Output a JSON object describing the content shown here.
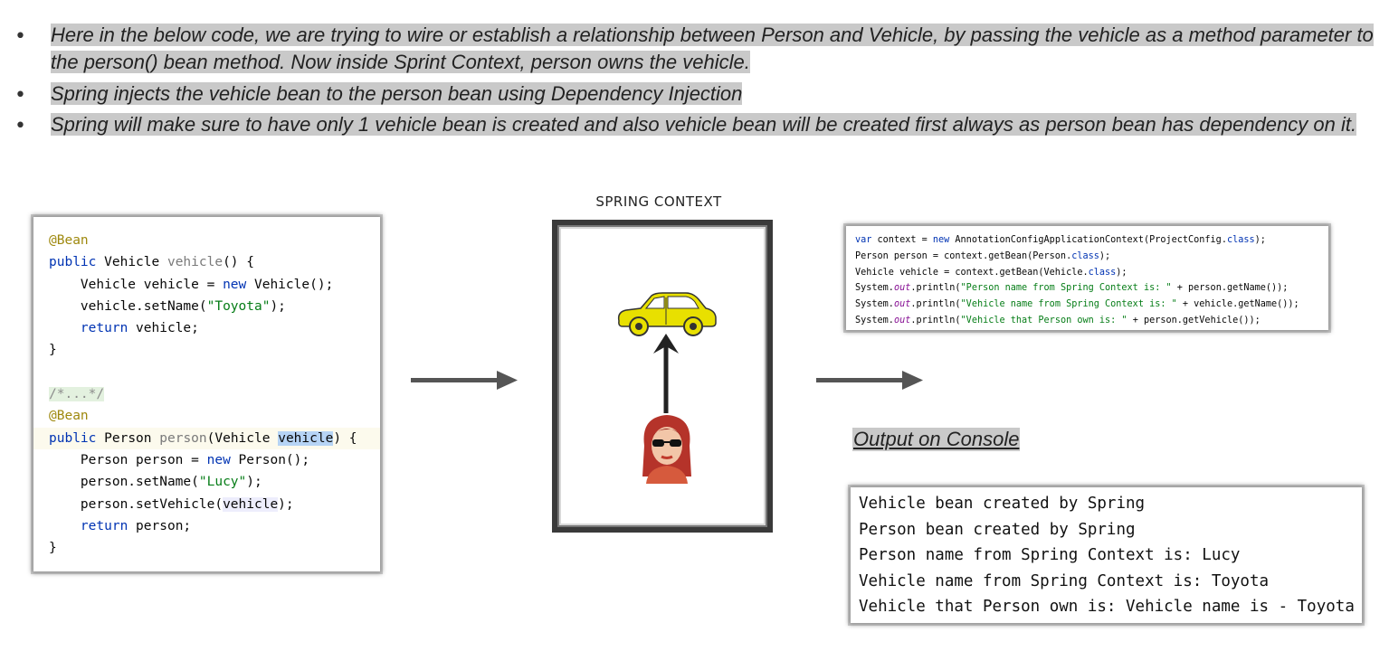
{
  "bullets": [
    {
      "text": "Here in the below code, we are trying to wire or establish a relationship between Person and Vehicle, by passing the vehicle as a method parameter to the person() bean method. Now inside Sprint Context, person owns the vehicle."
    },
    {
      "text": "Spring injects the vehicle bean to the person bean using Dependency Injection"
    },
    {
      "text": "Spring will make sure to have only 1 vehicle bean is created and also vehicle bean will be created first always as person bean has dependency on it."
    }
  ],
  "bullet_symbol": "•",
  "left_code": {
    "annotation": "@Bean",
    "public": "public",
    "type_vehicle": "Vehicle",
    "method_vehicle": "vehicle",
    "sig_end": "() {",
    "line_new_vehicle_a": "    Vehicle vehicle = ",
    "new": "new",
    "line_new_vehicle_b": " Vehicle();",
    "set_name_a": "    vehicle.setName(",
    "toyota": "\"Toyota\"",
    "set_name_b": ");",
    "return": "return",
    "return_vehicle": " vehicle;",
    "close": "}",
    "folded_comment": "/*...*/",
    "type_person": "Person",
    "method_person": "person",
    "param_open": "(Vehicle ",
    "param_name": "vehicle",
    "param_close": ") {",
    "line_new_person_a": "    Person person = ",
    "line_new_person_b": " Person();",
    "set_pname_a": "    person.setName(",
    "lucy": "\"Lucy\"",
    "set_vehicle_a": "    person.setVehicle(",
    "set_vehicle_arg": "vehicle",
    "return_person": " person;"
  },
  "context": {
    "title": "SPRING CONTEXT",
    "car_icon": "car-icon",
    "person_icon": "woman-with-sunglasses-icon",
    "car_color": "#e8e000"
  },
  "right_code": {
    "l1a": "var",
    "l1b": " context = ",
    "l1c": "new",
    "l1d": " AnnotationConfigApplicationContext(ProjectConfig.",
    "l1e": "class",
    "l1f": ");",
    "l2a": "Person person = context.getBean(Person.",
    "l2b": "class",
    "l2c": ");",
    "l3a": "Vehicle vehicle = context.getBean(Vehicle.",
    "l3b": "class",
    "l3c": ");",
    "sys": "System.",
    "out": "out",
    "l4a": ".println(",
    "l4s": "\"Person name from Spring Context is: \"",
    "l4b": " + person.getName());",
    "l5s": "\"Vehicle name from Spring Context is: \"",
    "l5b": " + vehicle.getName());",
    "l6s": "\"Vehicle that Person own is: \"",
    "l6b": " + person.getVehicle());"
  },
  "output_label": "Output on Console",
  "console_lines": [
    "Vehicle bean created by Spring",
    "Person bean created by Spring",
    "Person name from Spring Context is: Lucy",
    "Vehicle name from Spring Context is: Toyota",
    "Vehicle that Person own is: Vehicle name is - Toyota"
  ],
  "colors": {
    "arrow": "#555555",
    "highlight": "#c9c9c9",
    "keyword": "#0033b3",
    "string": "#067d17",
    "annotation": "#9e880d"
  }
}
